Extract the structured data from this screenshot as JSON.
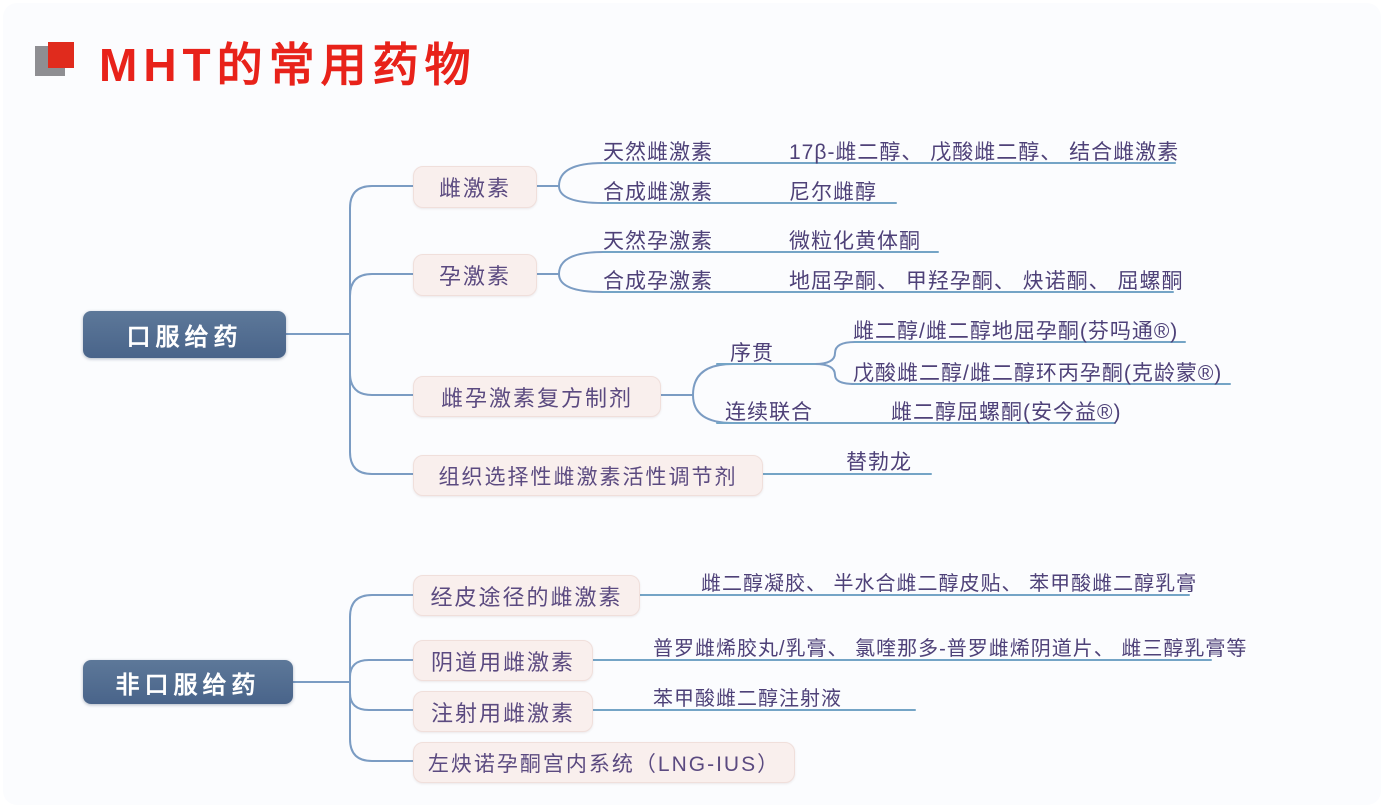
{
  "title": {
    "text": "MHT的常用药物"
  },
  "colors": {
    "title_red": "#e8221a",
    "root_box_blue": "#4f6b8e",
    "topic_box_pink": "#f9efed",
    "topic_text_purple": "#4e4178",
    "connector_blue": "#7b9cc3",
    "underline_blue": "#74a4c6"
  },
  "icons": {
    "title_bullet": "overlapping-squares-icon"
  },
  "oral": {
    "root": "口服给药",
    "estrogen": {
      "label": "雌激素",
      "natural_label": "天然雌激素",
      "natural_drugs": "17β-雌二醇、 戊酸雌二醇、 结合雌激素",
      "synthetic_label": "合成雌激素",
      "synthetic_drugs": "尼尔雌醇"
    },
    "progestogen": {
      "label": "孕激素",
      "natural_label": "天然孕激素",
      "natural_drugs": "微粒化黄体酮",
      "synthetic_label": "合成孕激素",
      "synthetic_drugs": "地屈孕酮、 甲羟孕酮、 炔诺酮、 屈螺酮"
    },
    "combined": {
      "label": "雌孕激素复方制剂",
      "sequential_label": "序贯",
      "sequential_drug1": "雌二醇/雌二醇地屈孕酮(芬吗通®)",
      "sequential_drug2": "戊酸雌二醇/雌二醇环丙孕酮(克龄蒙®)",
      "continuous_label": "连续联合",
      "continuous_drug": "雌二醇屈螺酮(安今益®)"
    },
    "tserm": {
      "label": "组织选择性雌激素活性调节剂",
      "drug": "替勃龙"
    }
  },
  "non_oral": {
    "root": "非口服给药",
    "transdermal": {
      "label": "经皮途径的雌激素",
      "drugs": "雌二醇凝胶、 半水合雌二醇皮贴、 苯甲酸雌二醇乳膏"
    },
    "vaginal": {
      "label": "阴道用雌激素",
      "drugs": "普罗雌烯胶丸/乳膏、 氯喹那多-普罗雌烯阴道片、 雌三醇乳膏等"
    },
    "injection": {
      "label": "注射用雌激素",
      "drugs": "苯甲酸雌二醇注射液"
    },
    "lng_ius": {
      "label": "左炔诺孕酮宫内系统（LNG-IUS）"
    }
  }
}
